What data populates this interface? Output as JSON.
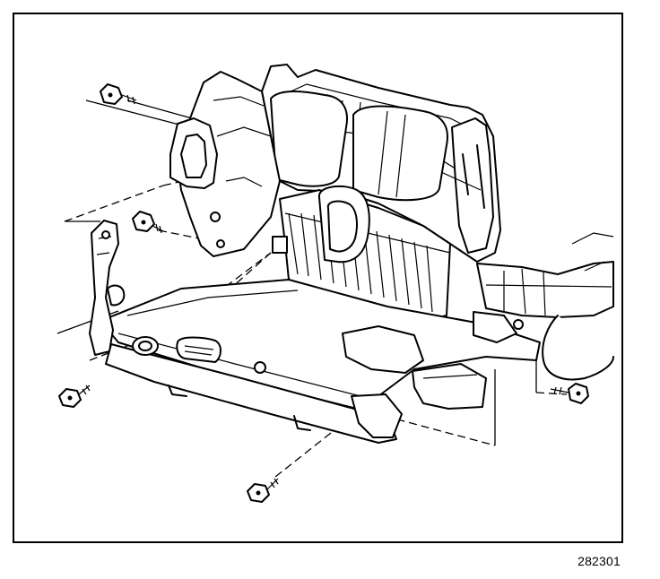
{
  "figure": {
    "number": "282301"
  },
  "colors": {
    "line": "#000000",
    "background": "#ffffff"
  },
  "fasteners": [
    {
      "name": "bolt-upper-left",
      "icon": "bolt-icon"
    },
    {
      "name": "bolt-mid-left",
      "icon": "bolt-icon"
    },
    {
      "name": "bolt-lower-left",
      "icon": "bolt-icon"
    },
    {
      "name": "bolt-lower-center",
      "icon": "bolt-icon"
    },
    {
      "name": "bolt-right",
      "icon": "bolt-icon"
    }
  ]
}
